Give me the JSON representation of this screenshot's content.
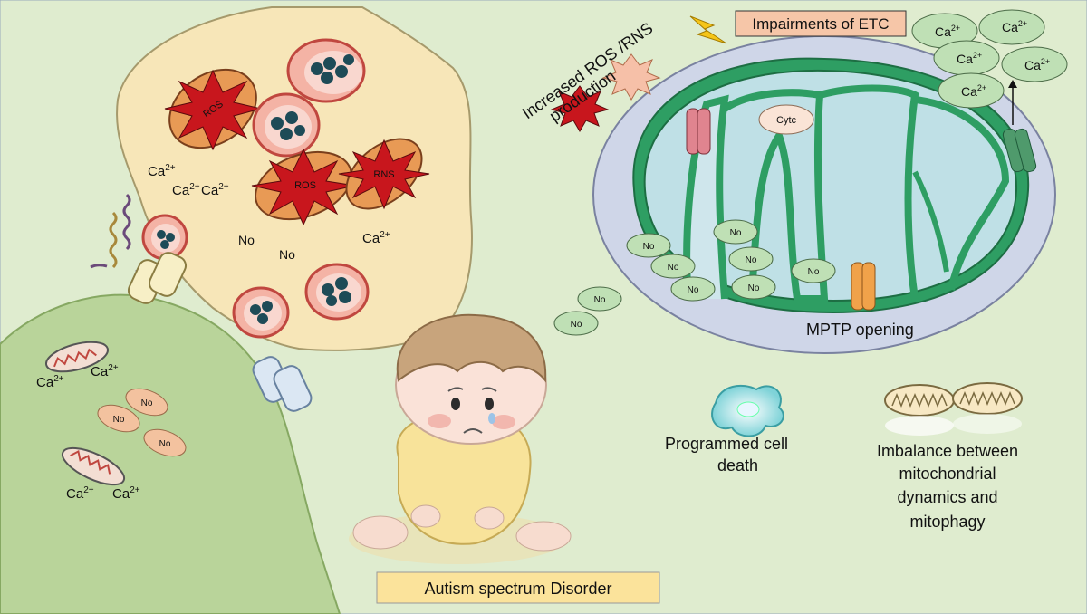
{
  "labels": {
    "impairments": "Impairments of ETC",
    "ros_rns": "Increased ROS /RNS production",
    "ros_rns_line1": "Increased ROS /RNS",
    "ros_rns_line2": "production",
    "mptp": "MPTP opening",
    "cytc": "Cytc",
    "programmed_line1": "Programmed cell",
    "programmed_line2": "death",
    "imbalance_line1": "Imbalance between",
    "imbalance_line2": "mitochondrial",
    "imbalance_line3": "dynamics  and",
    "imbalance_line4": "mitophagy",
    "asd": "Autism spectrum Disorder",
    "ros": "ROS",
    "rns": "RNS",
    "no": "No",
    "ca_base": "Ca",
    "ca_sup": "2+"
  },
  "colors": {
    "background": "#dfeccf",
    "presynaptic": "#f7e6b8",
    "postsynaptic": "#b9d49a",
    "membrane_green": "#2e9e63",
    "matrix": "#bfe0e6",
    "damage_red": "#c8161d",
    "ca_bubble": "#bfe0b5",
    "no_bubble": "#f3c29f"
  }
}
